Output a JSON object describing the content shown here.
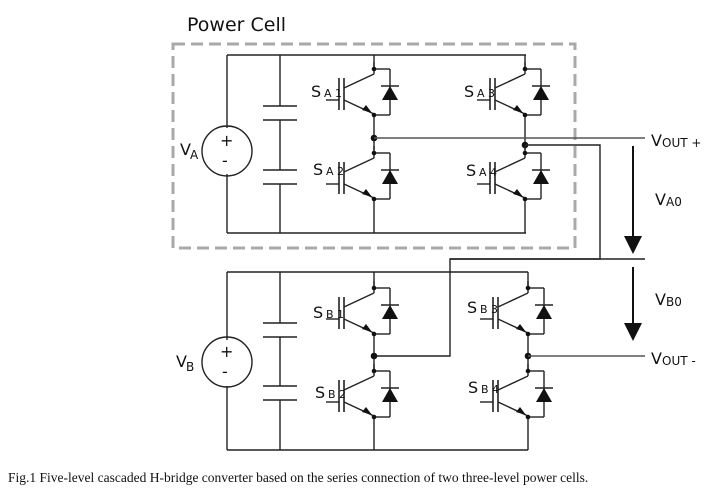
{
  "figure": {
    "title": "Power Cell",
    "caption": "Fig.1 Five-level cascaded H-bridge converter based on the series connection of two three-level power cells."
  },
  "cells": [
    {
      "id": "A",
      "source": {
        "label_main": "V",
        "label_sub": "A",
        "plus": "+",
        "minus": "-"
      },
      "switches": [
        {
          "main": "S",
          "sub1": "A",
          "sub2": "1"
        },
        {
          "main": "S",
          "sub1": "A",
          "sub2": "2"
        },
        {
          "main": "S",
          "sub1": "A",
          "sub2": "3"
        },
        {
          "main": "S",
          "sub1": "A",
          "sub2": "4"
        }
      ]
    },
    {
      "id": "B",
      "source": {
        "label_main": "V",
        "label_sub": "B",
        "plus": "+",
        "minus": "-"
      },
      "switches": [
        {
          "main": "S",
          "sub1": "B",
          "sub2": "1"
        },
        {
          "main": "S",
          "sub1": "B",
          "sub2": "2"
        },
        {
          "main": "S",
          "sub1": "B",
          "sub2": "3"
        },
        {
          "main": "S",
          "sub1": "B",
          "sub2": "4"
        }
      ]
    }
  ],
  "outputs": {
    "vout_plus": {
      "main": "V",
      "sub": "OUT +"
    },
    "vout_minus": {
      "main": "V",
      "sub": "OUT -"
    },
    "va0": {
      "main": "V",
      "sub": "A0"
    },
    "vb0": {
      "main": "V",
      "sub": "B0"
    }
  }
}
